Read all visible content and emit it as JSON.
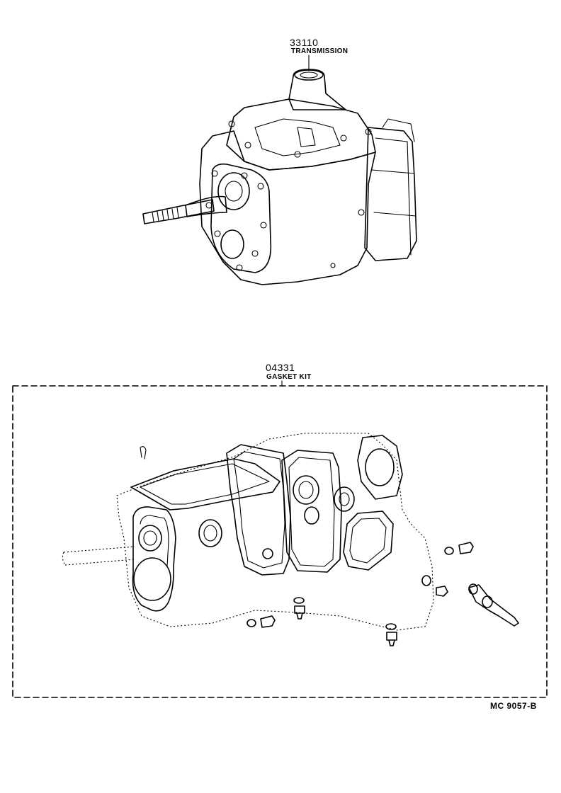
{
  "parts": [
    {
      "part_number": "33110",
      "part_name": "TRANSMISSION"
    },
    {
      "part_number": "04331",
      "part_name": "GASKET KIT"
    }
  ],
  "illustration_code": "MC  9057-B",
  "colors": {
    "ink": "#000000",
    "paper": "#ffffff"
  }
}
